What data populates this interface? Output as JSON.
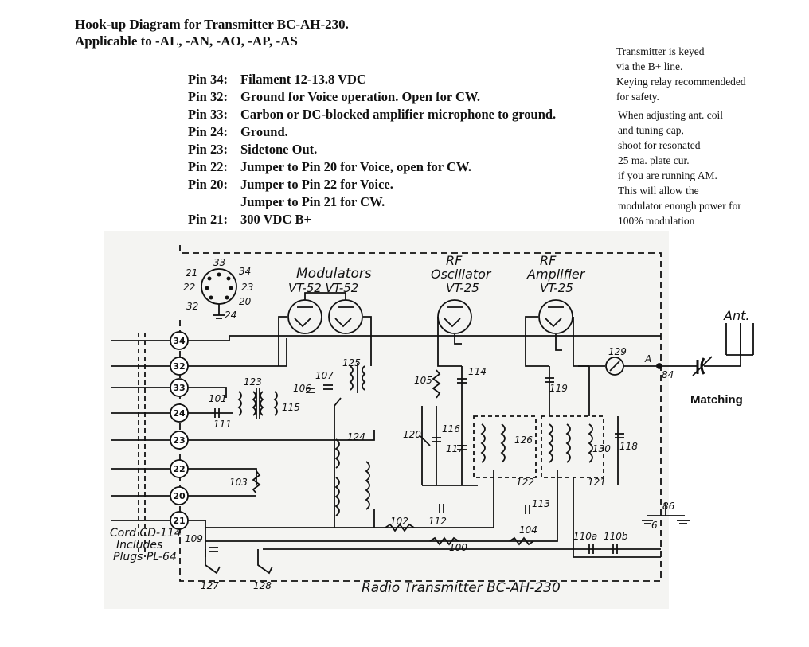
{
  "title": {
    "line1": "Hook-up Diagram for Transmitter BC-AH-230.",
    "line2": "Applicable to -AL, -AN, -AO, -AP, -AS"
  },
  "pin_list": [
    {
      "pin": "Pin 34:",
      "desc": "Filament 12-13.8 VDC"
    },
    {
      "pin": "Pin 32:",
      "desc": "Ground for Voice operation.  Open for CW."
    },
    {
      "pin": "Pin 33:",
      "desc": "Carbon or DC-blocked amplifier microphone to ground."
    },
    {
      "pin": "Pin 24:",
      "desc": "Ground."
    },
    {
      "pin": "Pin 23:",
      "desc": "Sidetone Out."
    },
    {
      "pin": "Pin 22:",
      "desc": "Jumper to Pin 20 for Voice, open for CW."
    },
    {
      "pin": "Pin 20:",
      "desc": "Jumper to Pin 22 for Voice."
    },
    {
      "pin": "",
      "desc": "Jumper to Pin 21 for CW."
    },
    {
      "pin": "Pin 21:",
      "desc": "300 VDC B+"
    }
  ],
  "notes": {
    "keying": [
      "Transmitter is keyed",
      "via the B+ line.",
      "Keying relay recommendeded",
      "for safety."
    ],
    "adjust": [
      "When adjusting ant. coil",
      "and tuning cap,",
      "shoot for resonated",
      "25 ma. plate cur.",
      "if you are running AM.",
      "This will allow the",
      "modulator enough power for",
      "100% modulation"
    ]
  },
  "schematic": {
    "title": "Radio Transmitter BC-AH-230",
    "cord": [
      "Cord CD-114",
      "Includes",
      "Plugs PL-64"
    ],
    "sections": {
      "modulators": {
        "name": "Modulators",
        "tubes": "VT-52  VT-52"
      },
      "oscillator": {
        "name1": "RF",
        "name2": "Oscillator",
        "tube": "VT-25"
      },
      "amplifier": {
        "name1": "RF",
        "name2": "Amplifier",
        "tube": "VT-25"
      }
    },
    "antenna": "Ant.",
    "matching": "Matching",
    "socket_pins": [
      "33",
      "34",
      "21",
      "22",
      "23",
      "32",
      "20",
      "24"
    ],
    "terminals": [
      "34",
      "32",
      "33",
      "24",
      "23",
      "22",
      "20",
      "21"
    ],
    "components": [
      "101",
      "111",
      "123",
      "115",
      "106",
      "107",
      "125",
      "124",
      "103",
      "102",
      "112",
      "105",
      "114",
      "116",
      "117",
      "120",
      "126",
      "122",
      "113",
      "104",
      "100",
      "119",
      "130",
      "121",
      "118",
      "129",
      "110a",
      "110b",
      "109",
      "127",
      "128",
      "86",
      "84",
      "A",
      "6"
    ]
  }
}
